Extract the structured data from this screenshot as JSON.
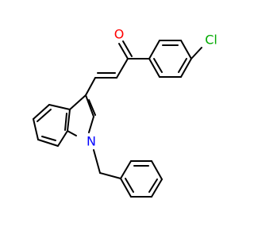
{
  "molecule": {
    "atom_labels": {
      "oxygen": "O",
      "chlorine": "Cl",
      "nitrogen": "N"
    },
    "colors": {
      "oxygen": "#ff0000",
      "chlorine": "#00aa00",
      "nitrogen": "#0000ff",
      "bond": "#000000",
      "background": "#ffffff"
    }
  }
}
